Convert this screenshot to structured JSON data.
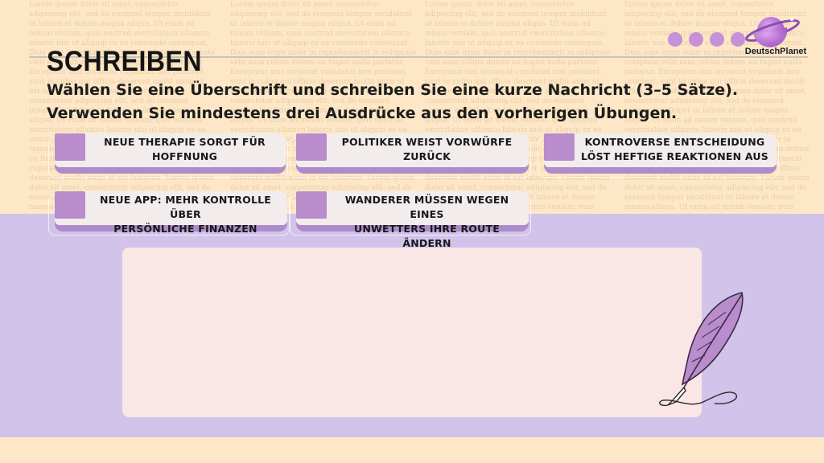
{
  "header": {
    "title": "SCHREIBEN",
    "instruction_line1": "Wählen Sie eine Überschrift und schreiben Sie eine kurze Nachricht (3–5 Sätze).",
    "instruction_line2": "Verwenden Sie mindestens drei Ausdrücke aus den vorherigen Übungen."
  },
  "brand": {
    "name": "DeutschPlanet",
    "icon": "planet-icon",
    "accent": "#c592d8"
  },
  "headlines": [
    {
      "line1": "NEUE THERAPIE SORGT FÜR",
      "line2": "HOFFNUNG"
    },
    {
      "line1": "POLITIKER WEIST VORWÜRFE",
      "line2": "ZURÜCK"
    },
    {
      "line1": "KONTROVERSE ENTSCHEIDUNG",
      "line2": "LÖST HEFTIGE REAKTIONEN AUS"
    },
    {
      "line1": "NEUE APP: MEHR KONTROLLE ÜBER",
      "line2": "PERSÖNLICHE FINANZEN"
    },
    {
      "line1": "WANDERER MÜSSEN WEGEN EINES",
      "line2": "UNWETTERS IHRE ROUTE ÄNDERN"
    }
  ],
  "writing_area": {
    "value": "",
    "icon": "feather-quill-icon"
  },
  "colors": {
    "background": "#fde7c6",
    "band": "#d1c3ea",
    "card_accent": "#ae8ccb",
    "card_square": "#b98ccb",
    "writing_box": "#fbe6e6"
  }
}
